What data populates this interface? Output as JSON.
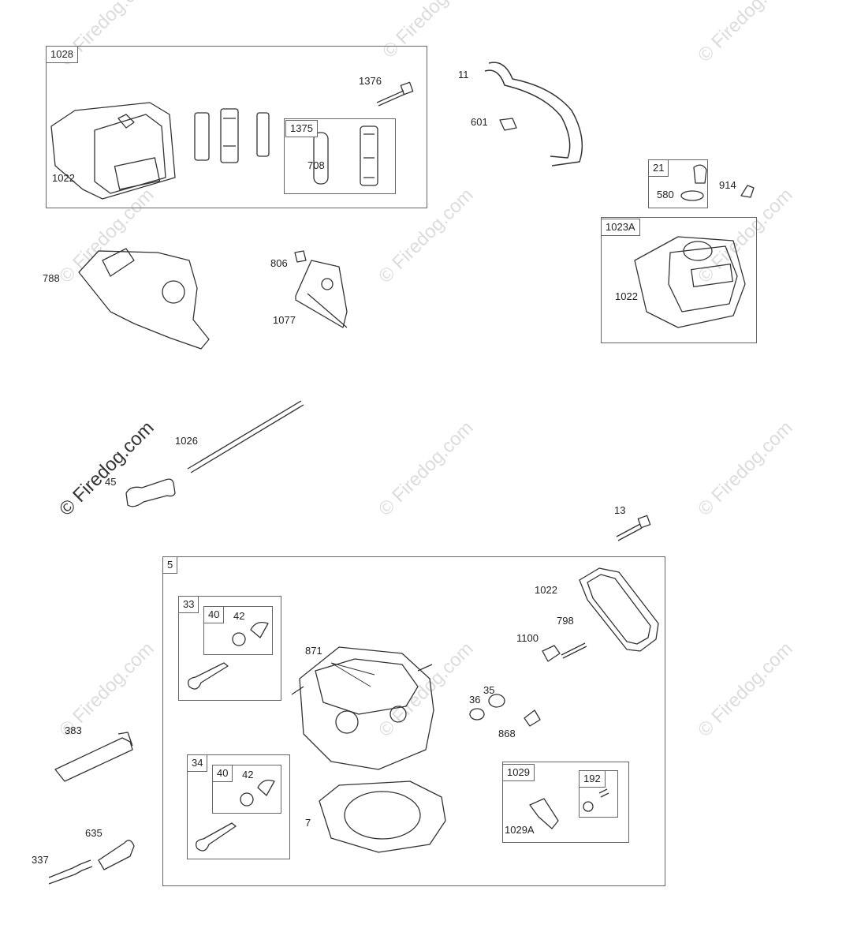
{
  "watermark": {
    "text": "© Firedog.com"
  },
  "labels": {
    "l1028": "1028",
    "l1376": "1376",
    "l1375": "1375",
    "l708": "708",
    "l1022a": "1022",
    "l11": "11",
    "l601": "601",
    "l21": "21",
    "l580": "580",
    "l914": "914",
    "l1023a": "1023A",
    "l1022b": "1022",
    "l788": "788",
    "l806": "806",
    "l1077": "1077",
    "l1026": "1026",
    "l45": "45",
    "l13": "13",
    "l5": "5",
    "l33": "33",
    "l40a": "40",
    "l42a": "42",
    "l871": "871",
    "l1022c": "1022",
    "l798": "798",
    "l1100": "1100",
    "l35": "35",
    "l36": "36",
    "l868": "868",
    "l34": "34",
    "l40b": "40",
    "l42b": "42",
    "l7": "7",
    "l1029": "1029",
    "l192": "192",
    "l1029a": "1029A",
    "l383": "383",
    "l635": "635",
    "l337": "337"
  }
}
